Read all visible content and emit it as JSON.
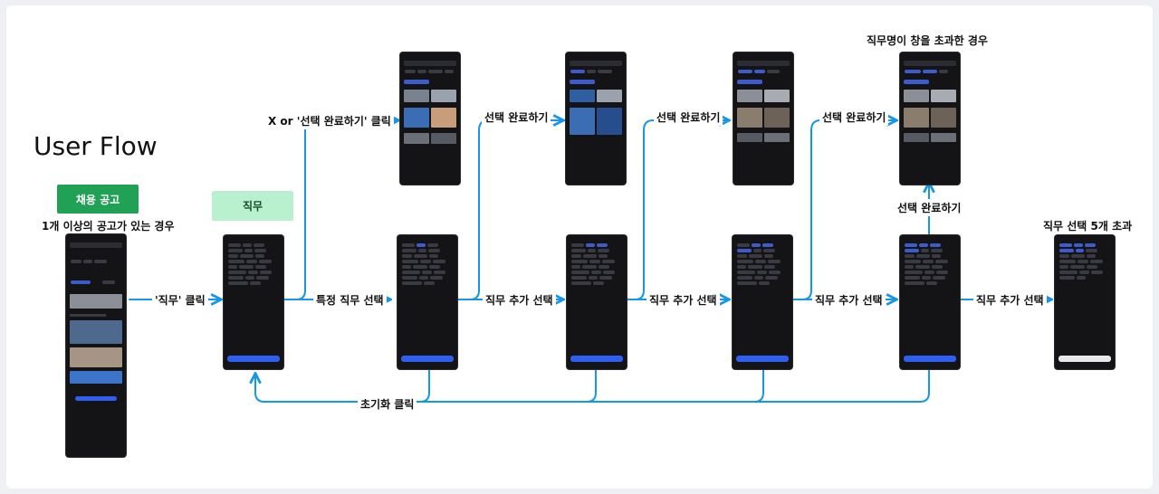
{
  "title": "User Flow",
  "tags": {
    "recruit": "채용 공고",
    "job": "직무"
  },
  "labels": {
    "case_multi": "1개 이상의 공고가 있는 경우",
    "click_job": "'직무' 클릭",
    "select_specific": "특정 직무 선택",
    "add_job_1": "직무 추가 선택",
    "add_job_2": "직무 추가 선택",
    "add_job_3": "직무 추가 선택",
    "add_job_4": "직무 추가 선택",
    "close_or_done": "X or '선택 완료하기' 클릭",
    "done_1": "선택 완료하기",
    "done_2": "선택 완료하기",
    "done_3": "선택 완료하기",
    "done_4": "선택 완료하기",
    "overflow_case": "직무명이 창을 초과한 경우",
    "over_five": "직무 선택 5개 초과",
    "reset_click": "초기화 클릭"
  },
  "colors": {
    "arrow": "#1596e6",
    "recruit_tag": "#21a156",
    "job_tag": "#b9f0cd",
    "phone_bg": "#141416",
    "primary_button": "#2f5ff0"
  }
}
